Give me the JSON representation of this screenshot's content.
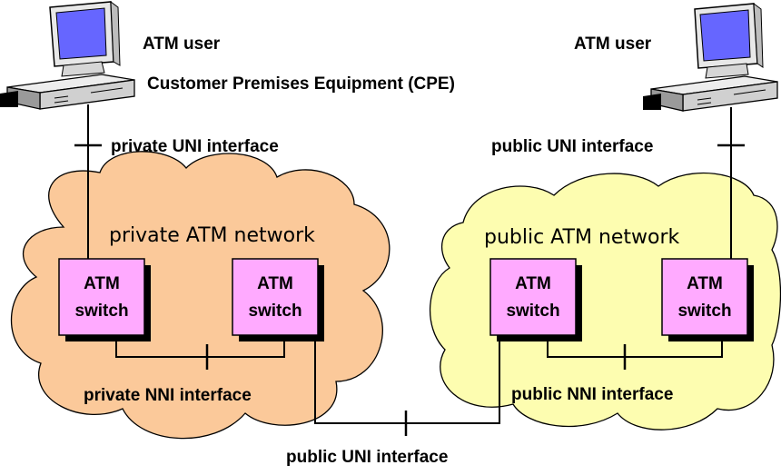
{
  "users": {
    "left_label": "ATM user",
    "right_label": "ATM user",
    "cpe_label": "Customer Premises Equipment (CPE)"
  },
  "interfaces": {
    "private_uni": "private UNI interface",
    "public_uni_top": "public UNI interface",
    "private_nni": "private NNI interface",
    "public_nni": "public NNI interface",
    "public_uni_bottom": "public UNI interface"
  },
  "networks": {
    "private": {
      "title": "private ATM network",
      "color": "#fbc99a",
      "switches": [
        {
          "line1": "ATM",
          "line2": "switch"
        },
        {
          "line1": "ATM",
          "line2": "switch"
        }
      ]
    },
    "public": {
      "title": "public ATM network",
      "color": "#fdfdb0",
      "switches": [
        {
          "line1": "ATM",
          "line2": "switch"
        },
        {
          "line1": "ATM",
          "line2": "switch"
        }
      ]
    }
  },
  "colors": {
    "switch_fill": "#ffaaff",
    "switch_shadow": "#000000",
    "monitor_screen": "#6666ff"
  }
}
